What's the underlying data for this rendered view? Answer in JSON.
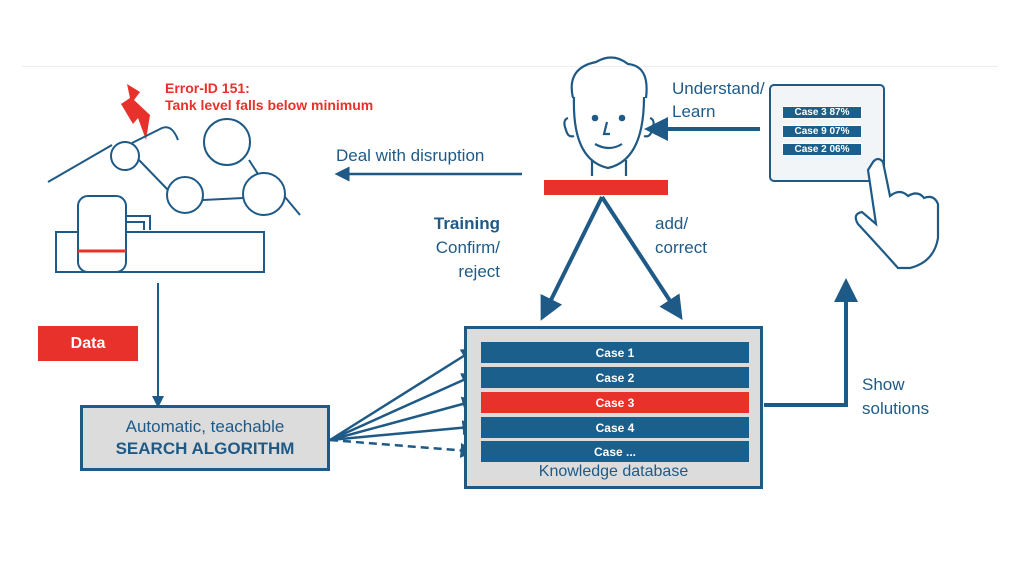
{
  "error": {
    "line1": "Error-ID 151:",
    "line2": "Tank level falls below minimum"
  },
  "labels": {
    "deal": "Deal with disruption",
    "understand": "Understand/",
    "learn": "Learn",
    "training": "Training",
    "confirm": "Confirm/",
    "reject": "reject",
    "add": "add/",
    "correct": "correct",
    "show": "Show",
    "solutions": "solutions"
  },
  "data_badge": "Data",
  "search": {
    "line1": "Automatic, teachable",
    "line2": "SEARCH ALGORITHM"
  },
  "knowledge": {
    "title": "Knowledge database",
    "cases": [
      "Case 1",
      "Case 2",
      "Case 3",
      "Case 4",
      "Case ..."
    ]
  },
  "tablet": {
    "rows": [
      "Case 3 87%",
      "Case 9 07%",
      "Case 2 06%"
    ]
  },
  "colors": {
    "blue": "#1f5a86",
    "red": "#e8312a",
    "gray": "#dcdcdc"
  }
}
